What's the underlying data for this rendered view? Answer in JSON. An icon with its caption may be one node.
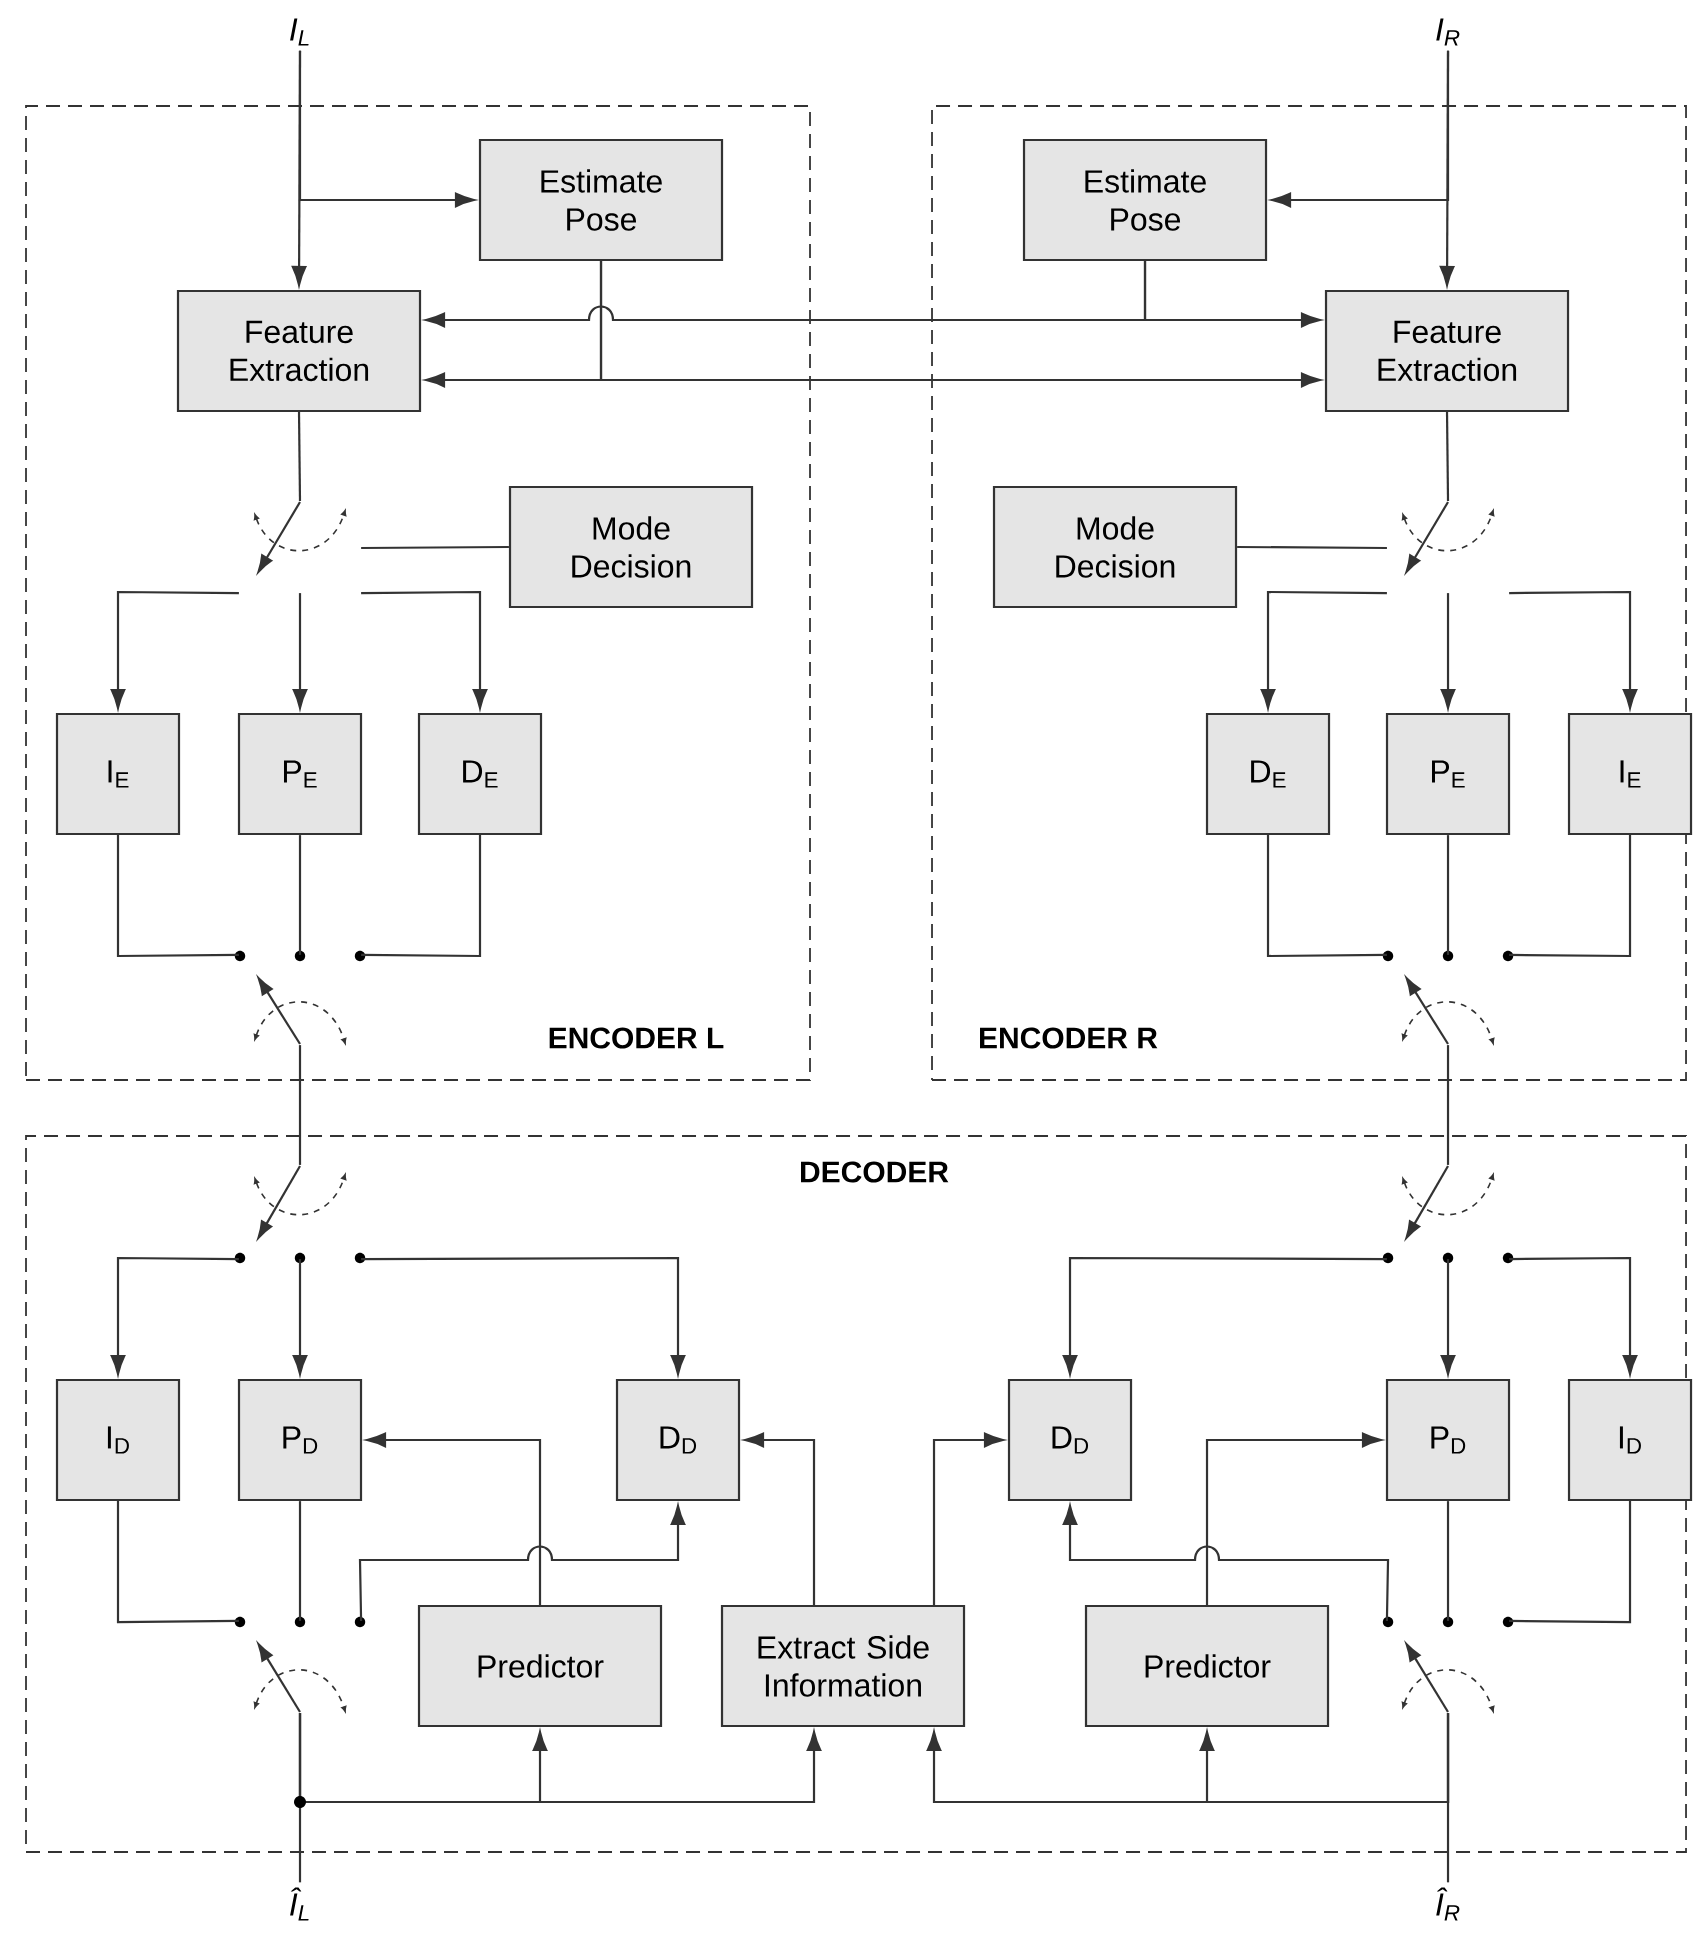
{
  "diagram": {
    "nodes": [
      {
        "text": [
          "I$_{L}$"
        ]
      },
      {
        "text": [
          "I$_{R}$"
        ]
      },
      {
        "text": [
          "ENCODER L"
        ]
      },
      {
        "text": [
          "Estimate Pose"
        ],
        "in": 2
      },
      {
        "text": [
          "Feature Extraction"
        ],
        "in": 2
      },
      {
        "text": [
          "Mode Decision"
        ],
        "in": 2
      },
      {
        "text": [],
        "shape": "switch",
        "in": 2
      },
      {
        "text": [
          "I$_{E}$"
        ],
        "in": 2
      },
      {
        "text": [
          "P$_{E}$"
        ],
        "in": 2
      },
      {
        "text": [
          "D$_{E}$"
        ],
        "in": 2
      },
      {
        "text": [],
        "shape": "switch",
        "in": 2
      },
      {
        "text": [
          "ENCODER  R"
        ]
      },
      {
        "text": [
          "Estimate Pose"
        ],
        "in": 11
      },
      {
        "text": [
          "Feature Extraction"
        ],
        "in": 11
      },
      {
        "text": [
          "Mode Decision"
        ],
        "in": 11
      },
      {
        "text": [],
        "shape": "switch",
        "in": 11
      },
      {
        "text": [
          "D$_{E}$"
        ],
        "in": 11
      },
      {
        "text": [
          "P$_{E}$"
        ],
        "in": 11
      },
      {
        "text": [
          "I$_{E}$"
        ],
        "in": 11
      },
      {
        "text": [],
        "shape": "switch",
        "in": 11
      },
      {
        "text": [
          "DECODER"
        ]
      },
      {
        "text": [],
        "shape": "switch",
        "in": 20
      },
      {
        "text": [],
        "shape": "switch",
        "in": 20
      },
      {
        "text": [
          "I$_{D}$"
        ],
        "in": 20
      },
      {
        "text": [
          "P$_{D}$"
        ],
        "in": 20
      },
      {
        "text": [
          "D$_{D}$"
        ],
        "in": 20
      },
      {
        "text": [
          "D$_{D}$"
        ],
        "in": 20
      },
      {
        "text": [
          "P$_{D}$"
        ],
        "in": 20
      },
      {
        "text": [
          "I$_{D}$"
        ],
        "in": 20
      },
      {
        "text": [],
        "shape": "switch",
        "in": 20
      },
      {
        "text": [],
        "shape": "switch",
        "in": 20
      },
      {
        "text": [
          "Predictor"
        ],
        "in": 20
      },
      {
        "text": [
          "Extract Side Information"
        ],
        "in": 20
      },
      {
        "text": [
          "Predictor"
        ],
        "in": 20
      },
      {
        "text": [
          "Î$_{L}$"
        ]
      },
      {
        "text": [
          "Î$_{R}$"
        ]
      }
    ],
    "edges": [
      {
        "from": 0,
        "to": 4,
        "arrow": "to"
      },
      {
        "from": 0,
        "to": 3,
        "arrow": "to"
      },
      {
        "from": 1,
        "to": 13,
        "arrow": "to"
      },
      {
        "from": 1,
        "to": 12,
        "arrow": "to"
      },
      {
        "from": 3,
        "to": 4,
        "arrow": "to"
      },
      {
        "from": 3,
        "to": 13,
        "arrow": "to"
      },
      {
        "from": 12,
        "to": 4,
        "arrow": "to"
      },
      {
        "from": 12,
        "to": 13,
        "arrow": "to"
      },
      {
        "from": 4,
        "to": 6,
        "arrow": "none"
      },
      {
        "from": 5,
        "to": 6,
        "arrow": "none"
      },
      {
        "from": 6,
        "to": 7,
        "arrow": "to"
      },
      {
        "from": 6,
        "to": 8,
        "arrow": "to"
      },
      {
        "from": 6,
        "to": 9,
        "arrow": "to"
      },
      {
        "from": 7,
        "to": 10,
        "arrow": "none"
      },
      {
        "from": 8,
        "to": 10,
        "arrow": "none"
      },
      {
        "from": 9,
        "to": 10,
        "arrow": "none"
      },
      {
        "from": 10,
        "to": 21,
        "arrow": "none"
      },
      {
        "from": 13,
        "to": 15,
        "arrow": "none"
      },
      {
        "from": 14,
        "to": 15,
        "arrow": "none"
      },
      {
        "from": 15,
        "to": 16,
        "arrow": "to"
      },
      {
        "from": 15,
        "to": 17,
        "arrow": "to"
      },
      {
        "from": 15,
        "to": 18,
        "arrow": "to"
      },
      {
        "from": 16,
        "to": 19,
        "arrow": "none"
      },
      {
        "from": 17,
        "to": 19,
        "arrow": "none"
      },
      {
        "from": 18,
        "to": 19,
        "arrow": "none"
      },
      {
        "from": 19,
        "to": 22,
        "arrow": "none"
      },
      {
        "from": 21,
        "to": 23,
        "arrow": "to"
      },
      {
        "from": 21,
        "to": 24,
        "arrow": "to"
      },
      {
        "from": 21,
        "to": 25,
        "arrow": "to"
      },
      {
        "from": 22,
        "to": 26,
        "arrow": "to"
      },
      {
        "from": 22,
        "to": 27,
        "arrow": "to"
      },
      {
        "from": 22,
        "to": 28,
        "arrow": "to"
      },
      {
        "from": 23,
        "to": 29,
        "arrow": "none"
      },
      {
        "from": 24,
        "to": 29,
        "arrow": "none"
      },
      {
        "from": 29,
        "to": 25,
        "arrow": "to"
      },
      {
        "from": 31,
        "to": 24,
        "arrow": "to"
      },
      {
        "from": 32,
        "to": 25,
        "arrow": "to"
      },
      {
        "from": 32,
        "to": 26,
        "arrow": "to"
      },
      {
        "from": 33,
        "to": 27,
        "arrow": "to"
      },
      {
        "from": 27,
        "to": 30,
        "arrow": "none"
      },
      {
        "from": 28,
        "to": 30,
        "arrow": "none"
      },
      {
        "from": 30,
        "to": 26,
        "arrow": "to"
      },
      {
        "from": 29,
        "to": 34,
        "arrow": "none"
      },
      {
        "from": 29,
        "to": 31,
        "arrow": "to"
      },
      {
        "from": 29,
        "to": 32,
        "arrow": "to"
      },
      {
        "from": 30,
        "to": 35,
        "arrow": "none"
      },
      {
        "from": 30,
        "to": 33,
        "arrow": "to"
      },
      {
        "from": 30,
        "to": 32,
        "arrow": "to"
      }
    ]
  }
}
